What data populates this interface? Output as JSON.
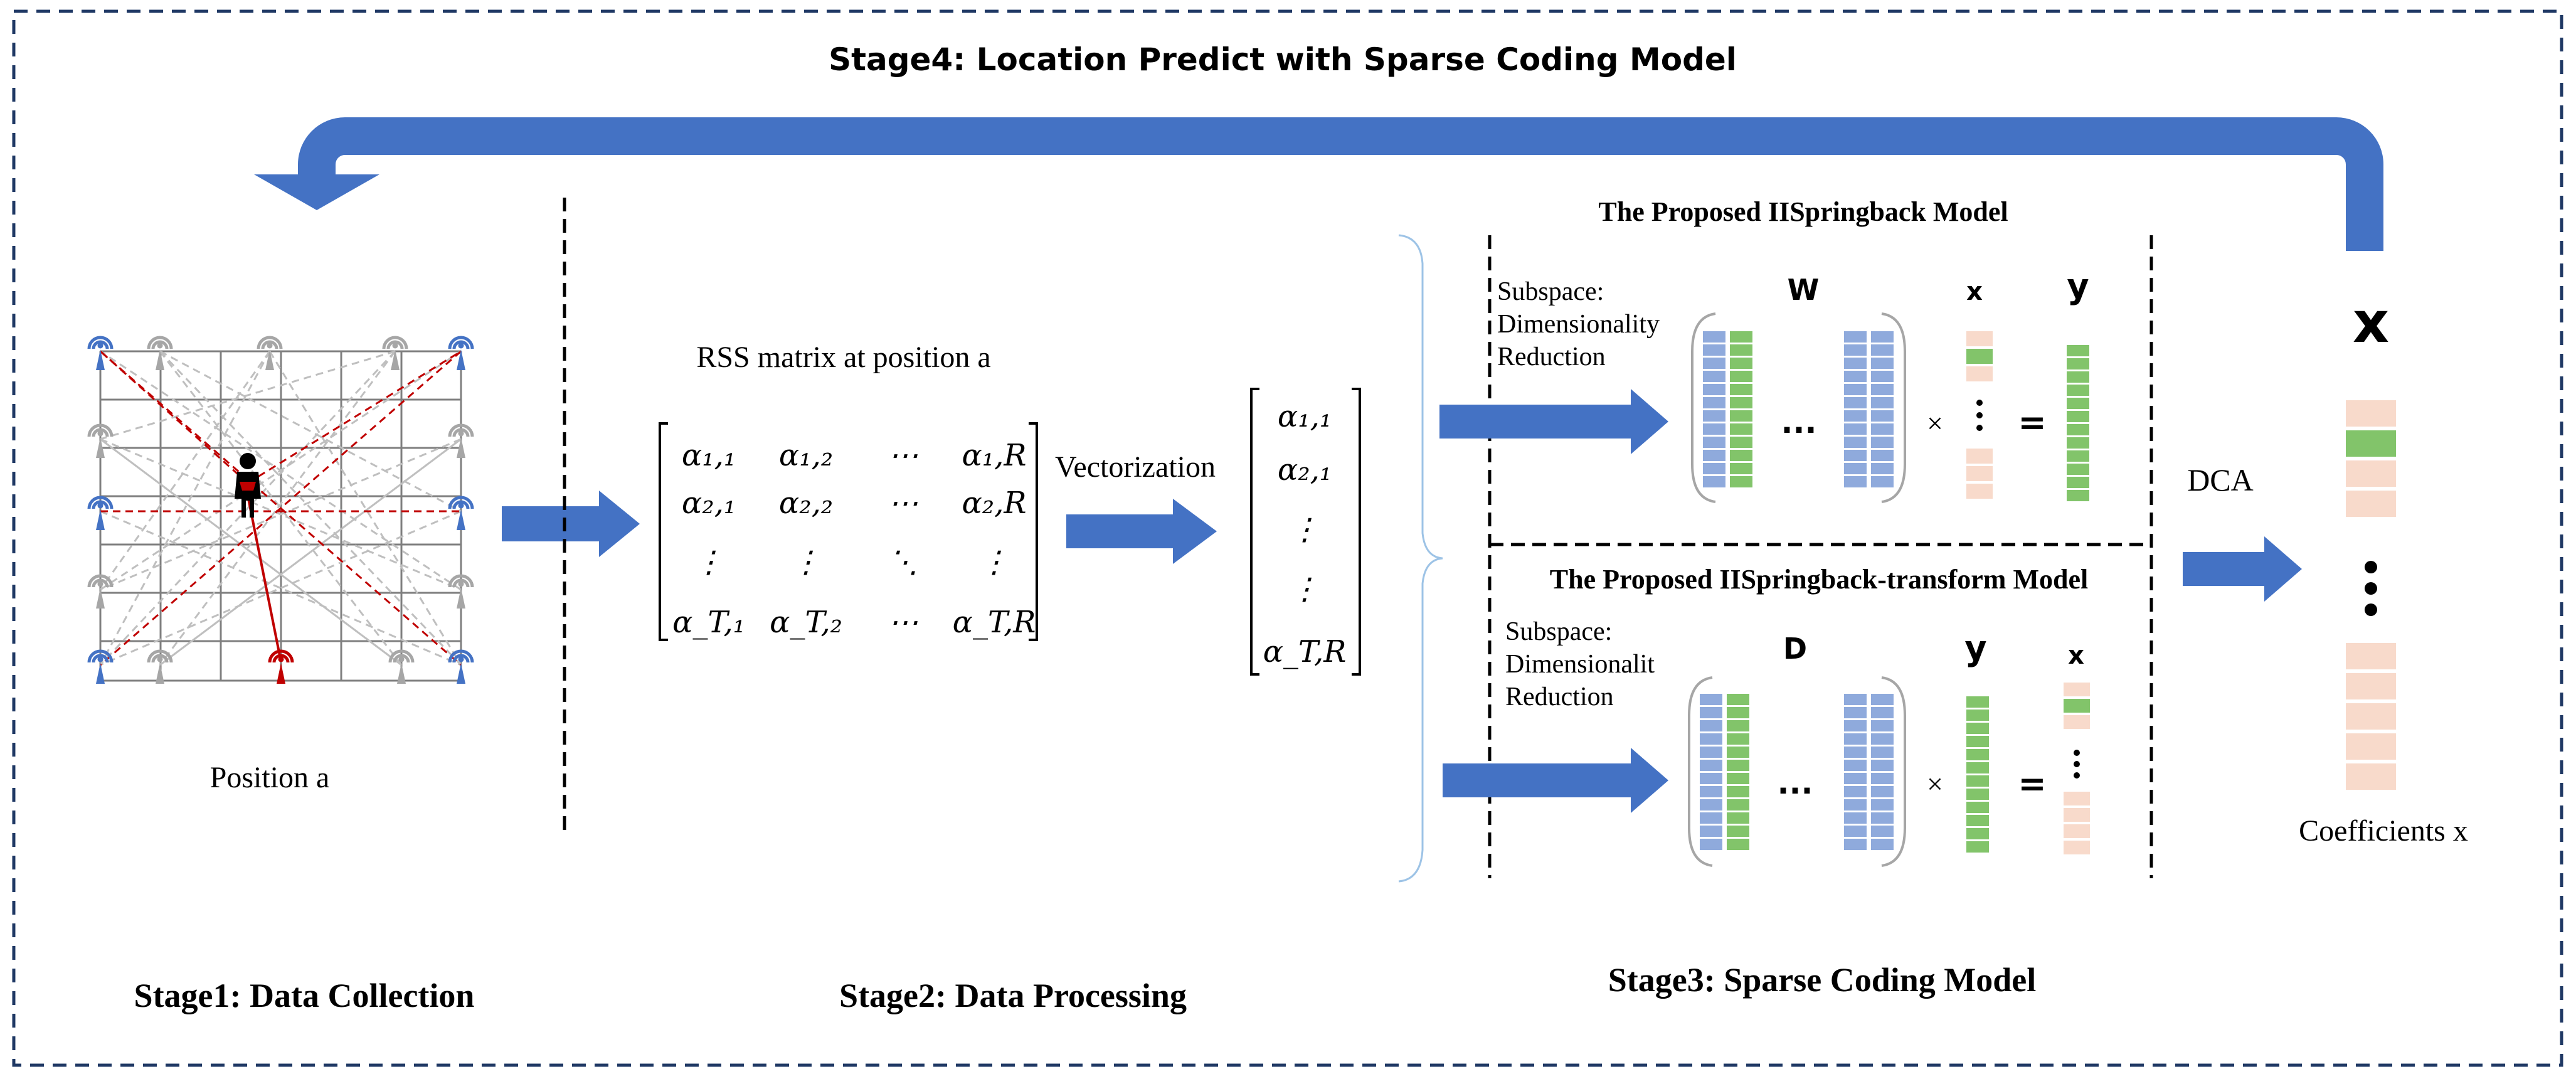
{
  "title": "Stage4: Location Predict with Sparse Coding Model",
  "stage1": {
    "label": "Stage1: Data Collection",
    "position_label": "Position a"
  },
  "stage2": {
    "label": "Stage2: Data Processing",
    "rss_title": "RSS matrix at position a",
    "vectorization": "Vectorization",
    "matrix_rows": [
      [
        "α₁,₁",
        "α₁,₂",
        "⋯",
        "α₁,R"
      ],
      [
        "α₂,₁",
        "α₂,₂",
        "⋯",
        "α₂,R"
      ],
      [
        "⋮",
        "⋮",
        "⋱",
        "⋮"
      ],
      [
        "α_T,₁",
        "α_T,₂",
        "⋯",
        "α_T,R"
      ]
    ],
    "vector": [
      "α₁,₁",
      "α₂,₁",
      "⋮",
      "⋮",
      "α_T,R"
    ]
  },
  "stage3": {
    "label": "Stage3: Sparse Coding Model",
    "model_top": {
      "title": "The Proposed IISpringback Model",
      "subspace_lines": [
        "Subspace:",
        "Dimensionality",
        "Reduction"
      ],
      "var_matrix": "W",
      "var_x": "x",
      "var_y": "y",
      "dots": "...",
      "times": "×",
      "equals": "="
    },
    "model_bottom": {
      "title": "The Proposed IISpringback-transform Model",
      "subspace_lines": [
        "Subspace:",
        "Dimensionalit",
        "Reduction"
      ],
      "var_matrix": "D",
      "var_y": "y",
      "var_x": "x",
      "dots": "...",
      "times": "×",
      "equals": "="
    }
  },
  "output": {
    "dca": "DCA",
    "var_x": "x",
    "coefficients": "Coefficients x"
  },
  "colors": {
    "arrow_blue": "#4472C4",
    "matrix_blue": "#8FAADC",
    "matrix_green": "#82C46A",
    "peach": "#F8DACB",
    "red": "#C00000",
    "gray": "#A6A6A6",
    "border_navy": "#1F3864"
  },
  "icons": [
    "antenna-icon",
    "person-icon"
  ]
}
